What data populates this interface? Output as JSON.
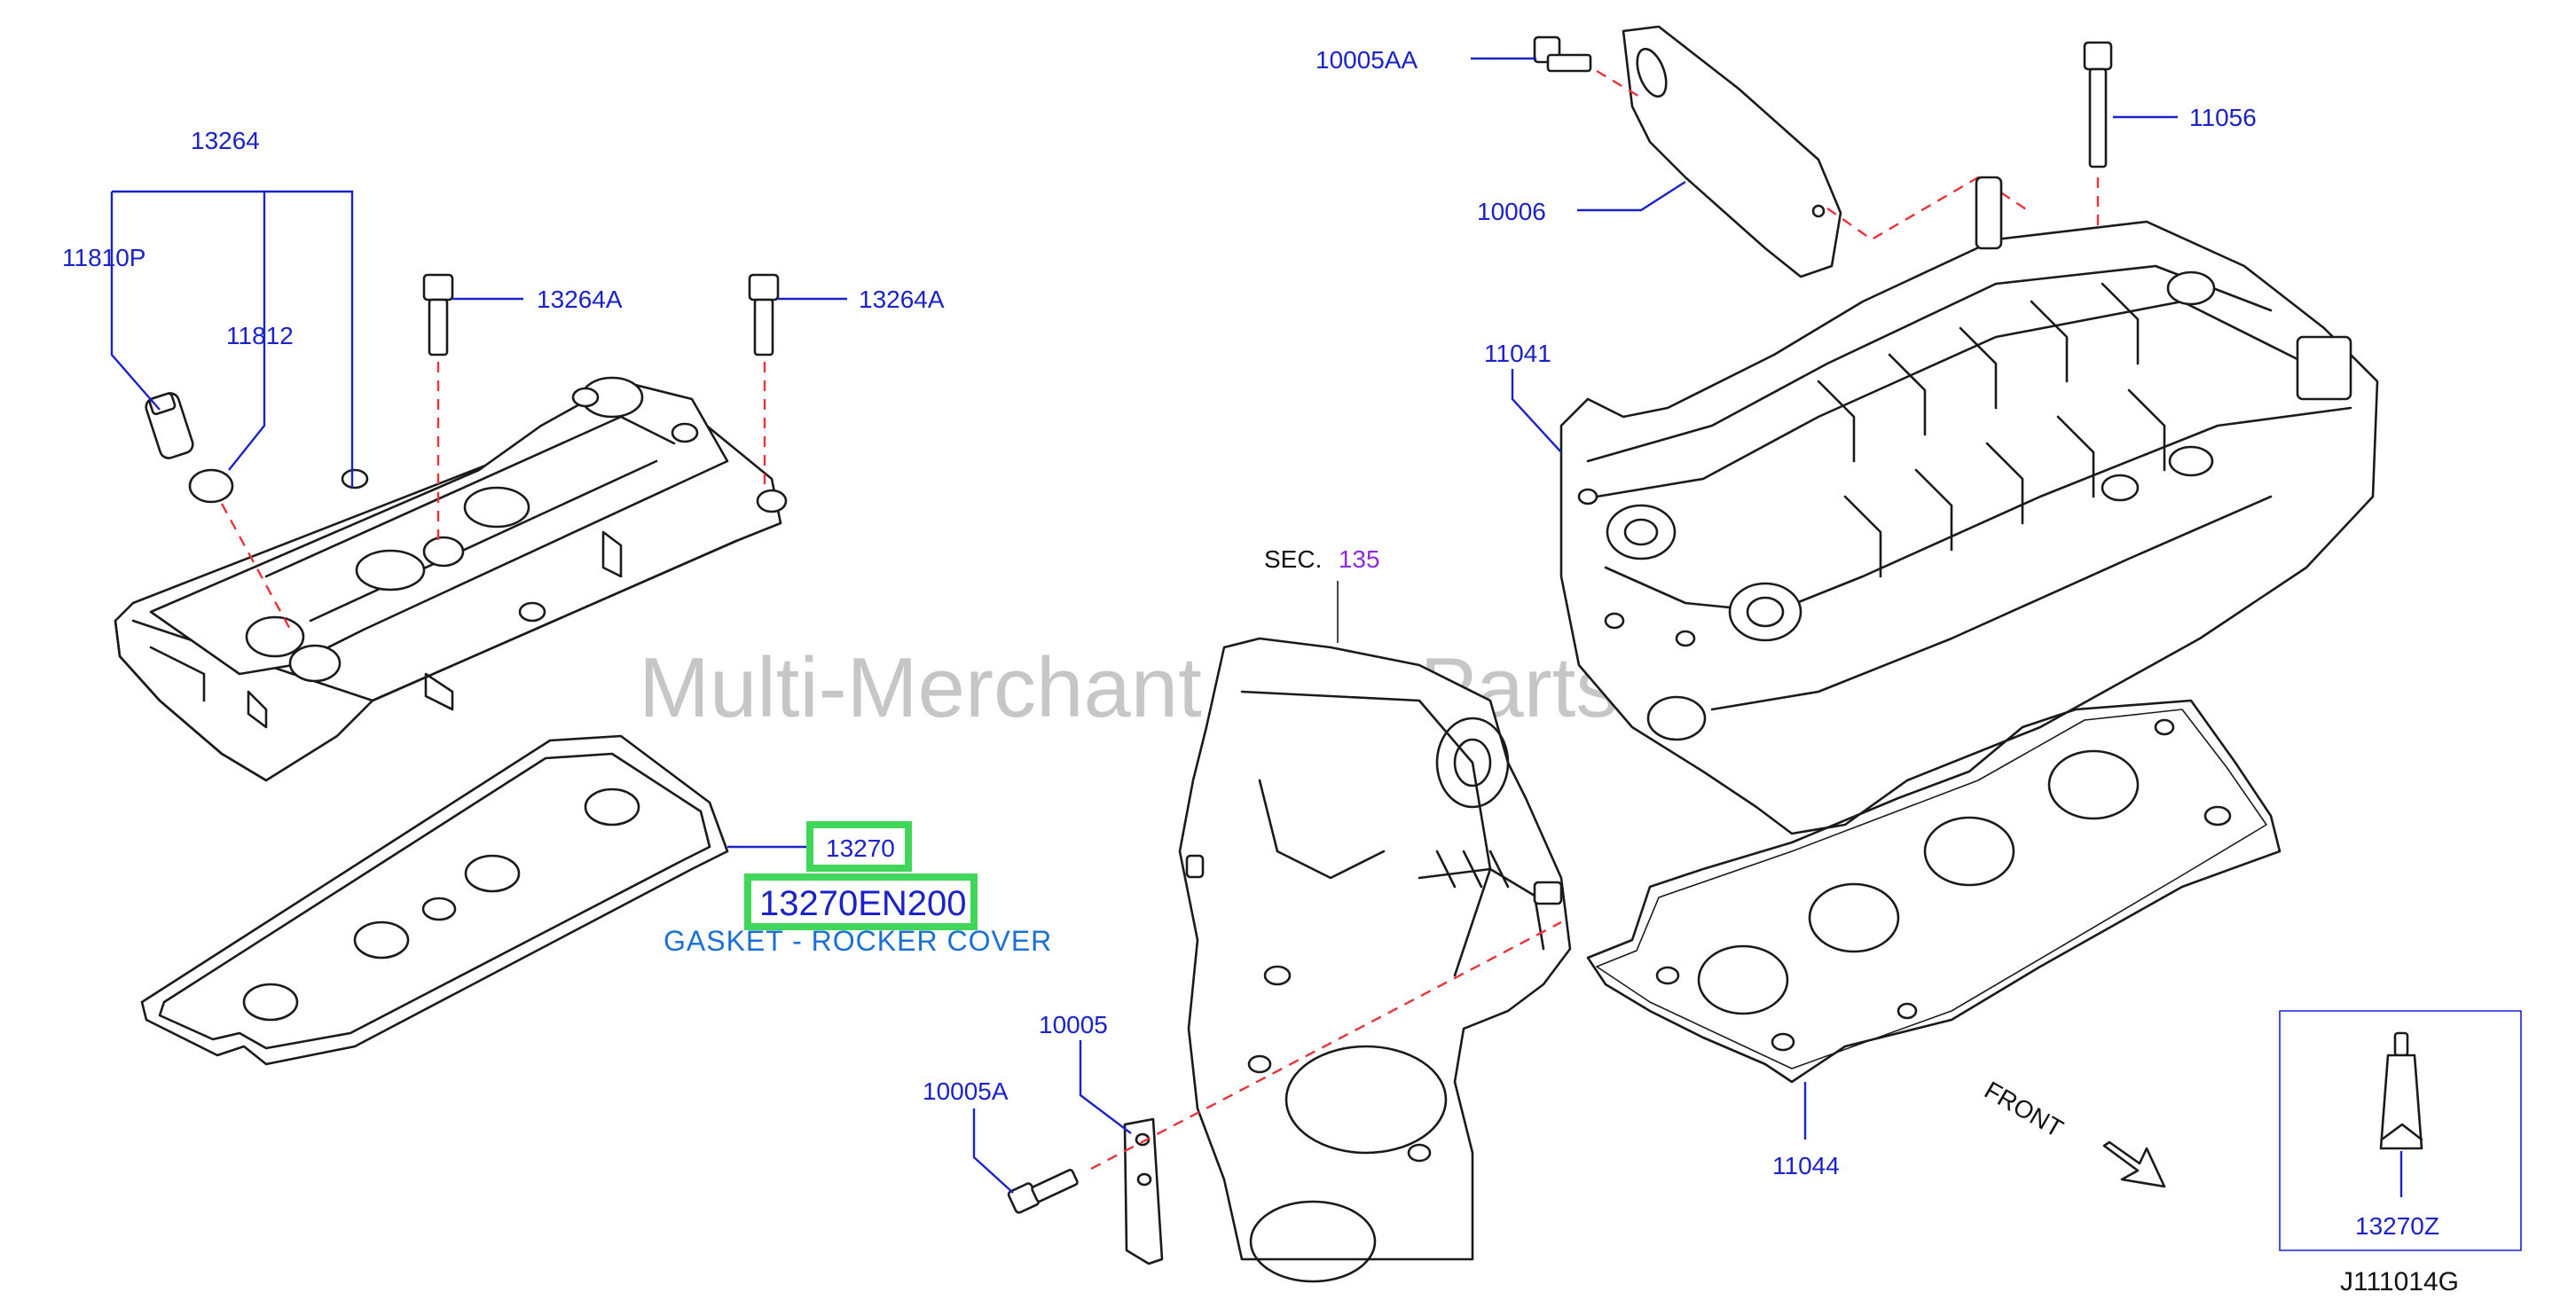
{
  "labels": {
    "p13264": "13264",
    "p11810P": "11810P",
    "p11812": "11812",
    "p13264A_1": "13264A",
    "p13264A_2": "13264A",
    "p13270": "13270",
    "p13270EN200": "13270EN200",
    "gasket_desc": "GASKET - ROCKER COVER",
    "p10005AA": "10005AA",
    "p11056": "11056",
    "p10006": "10006",
    "p11041": "11041",
    "sec_prefix": "SEC.",
    "sec_number": "135",
    "p10005": "10005",
    "p10005A": "10005A",
    "p11044": "11044",
    "front": "FRONT",
    "p13270Z": "13270Z",
    "diagram_code": "J111014G"
  },
  "watermark": "Multi-Merchant Auto Partstore",
  "colors": {
    "label_blue": "#1a22c8",
    "description_blue": "#1a6fd6",
    "section_purple": "#8a2be2",
    "highlight_green": "#3fd65a",
    "dashed_red": "#e8333a",
    "drawing_black": "#1a1a1a"
  }
}
